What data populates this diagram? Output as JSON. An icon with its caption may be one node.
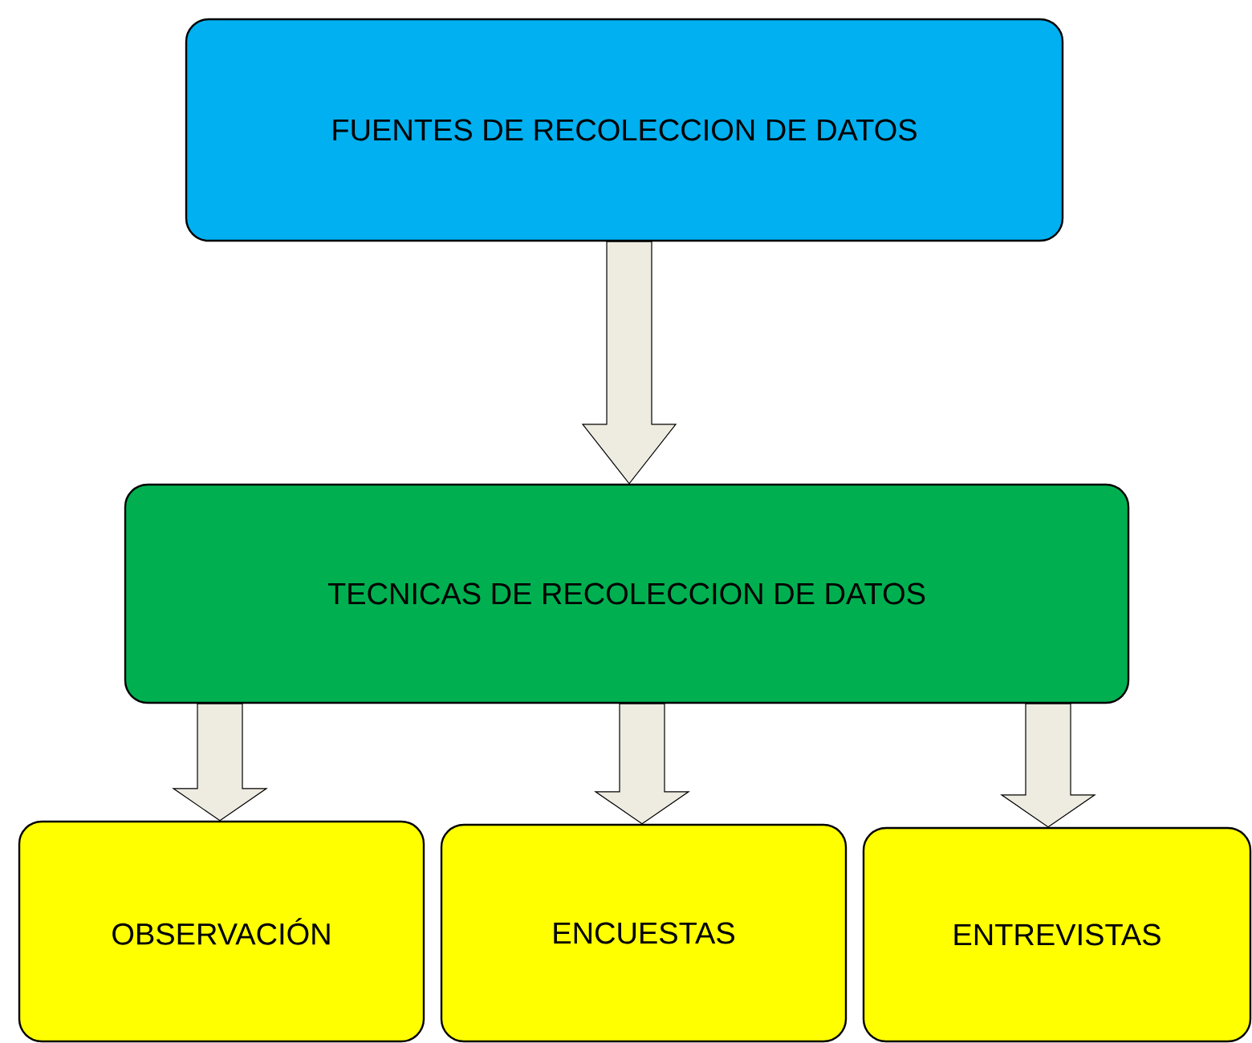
{
  "diagram": {
    "nodes": [
      {
        "text": [
          "FUENTES DE RECOLECCION DE DATOS"
        ]
      },
      {
        "text": [
          "TECNICAS DE RECOLECCION DE DATOS"
        ]
      },
      {
        "text": [
          "OBSERVACIÓN"
        ]
      },
      {
        "text": [
          "ENCUESTAS"
        ]
      },
      {
        "text": [
          "ENTREVISTAS"
        ]
      }
    ],
    "edges": [
      {
        "from": 0,
        "to": 1,
        "arrow": "to"
      },
      {
        "from": 1,
        "to": 2,
        "arrow": "to"
      },
      {
        "from": 1,
        "to": 3,
        "arrow": "to"
      },
      {
        "from": 1,
        "to": 4,
        "arrow": "to"
      }
    ]
  }
}
